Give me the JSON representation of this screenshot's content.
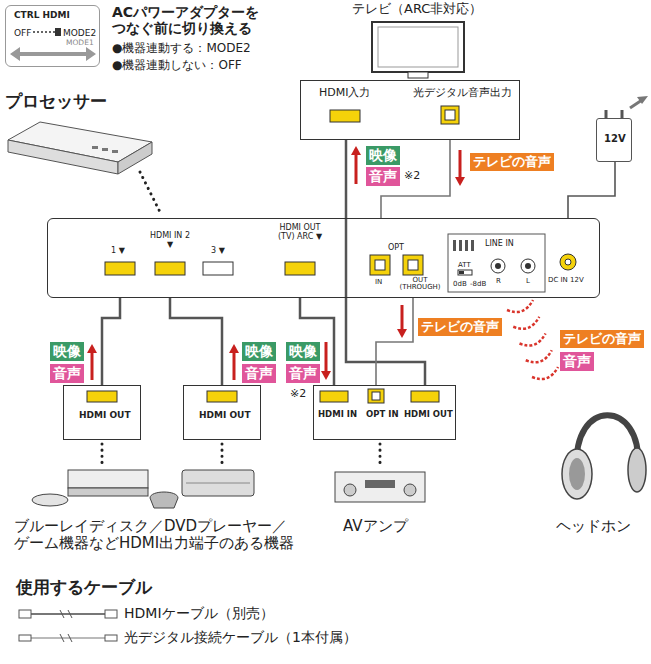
{
  "diagram": {
    "nodes": [
      {
        "text": [
          "CTRL HDMI",
          "OFF",
          "MODE2",
          "MODE1"
        ]
      },
      {
        "text": [
          "HDMI入力",
          "光デジタル音声出力"
        ]
      },
      {
        "text": [
          "12V"
        ]
      },
      {
        "text": [
          "1 ▼",
          "HDMI IN 2 ▼",
          "3 ▼",
          "HDMI OUT (TV) ARC ▼",
          "OPT",
          "IN",
          "OUT (THROUGH)",
          "LINE IN",
          "ATT",
          "0dB",
          "-8dB",
          "R",
          "L",
          "DC IN 12V"
        ]
      },
      {
        "text": [
          "HDMI OUT"
        ]
      },
      {
        "text": [
          "HDMI OUT"
        ]
      },
      {
        "text": [
          "HDMI IN",
          "OPT IN",
          "HDMI OUT"
        ]
      }
    ],
    "edges": [
      {
        "from": 4,
        "to": 3,
        "arrow": "none"
      },
      {
        "from": 5,
        "to": 3,
        "arrow": "none"
      },
      {
        "from": 3,
        "to": 6,
        "arrow": "none"
      },
      {
        "from": 6,
        "to": 1,
        "arrow": "none"
      },
      {
        "from": 1,
        "to": 3,
        "arrow": "none"
      },
      {
        "from": 3,
        "to": 6,
        "arrow": "none"
      },
      {
        "from": 2,
        "to": 3,
        "arrow": "none"
      }
    ],
    "labels": [
      "ACパワーアダプターを つなぐ前に切り換える",
      "●機器連動する：MODE2",
      "●機器連動しない：OFF",
      "プロセッサー",
      "テレビ（ARC非対応）",
      "映像",
      "音声",
      "※2",
      "テレビの音声",
      "映像",
      "音声",
      "映像",
      "音声",
      "映像",
      "音声",
      "※2",
      "テレビの音声",
      "テレビの音声",
      "音声",
      "ブルーレイディスク／DVDプレーヤー／ ゲーム機器などHDMI出力端子のある機器",
      "AVアンプ",
      "ヘッドホン",
      "使用するケーブル"
    ],
    "legend": [
      {
        "text": "HDMIケーブル（別売）"
      },
      {
        "text": "光デジタル接続ケーブル（1本付属）"
      }
    ]
  }
}
